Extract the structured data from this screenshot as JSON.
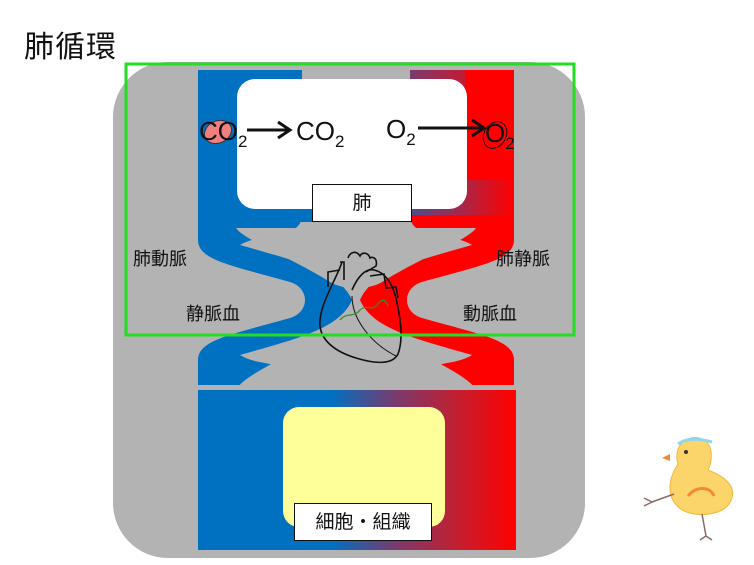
{
  "title": "肺循環",
  "lung": {
    "label": "肺",
    "exchange": {
      "co2_in": {
        "base": "CO",
        "sub": "2"
      },
      "co2_out": {
        "base": "CO",
        "sub": "2"
      },
      "o2_in": {
        "base": "O",
        "sub": "2"
      },
      "o2_out": {
        "base": "O",
        "sub": "2"
      }
    }
  },
  "vessels": {
    "pulmonary_artery": "肺動脈",
    "pulmonary_vein": "肺静脈",
    "venous_blood": "静脈血",
    "arterial_blood": "動脈血"
  },
  "tissue": {
    "label": "細胞・組織"
  },
  "colors": {
    "venous": "#0070C0",
    "arterial": "#FF0000",
    "panel": "#B3B3B3",
    "lung_box": "#FFFFFF",
    "tissue_box": "#FFFF99",
    "highlight": "#22DD22"
  }
}
